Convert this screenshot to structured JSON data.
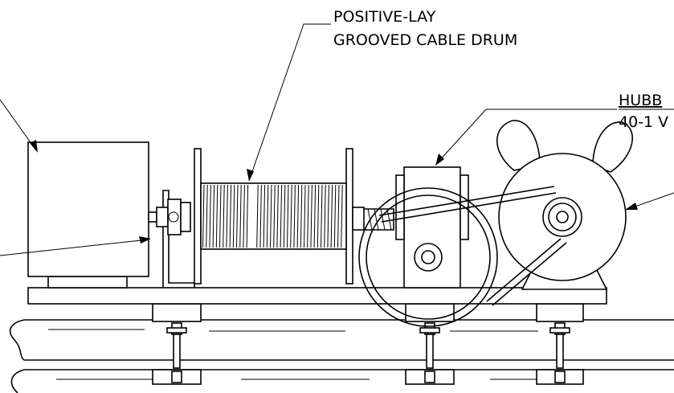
{
  "labels": {
    "drum_line1": "POSITIVE-LAY",
    "drum_line2": "GROOVED CABLE DRUM",
    "reducer_line1": "HUBB",
    "reducer_line2": "40-1 V"
  },
  "colors": {
    "ink": "#000000",
    "paper": "#ffffff"
  }
}
